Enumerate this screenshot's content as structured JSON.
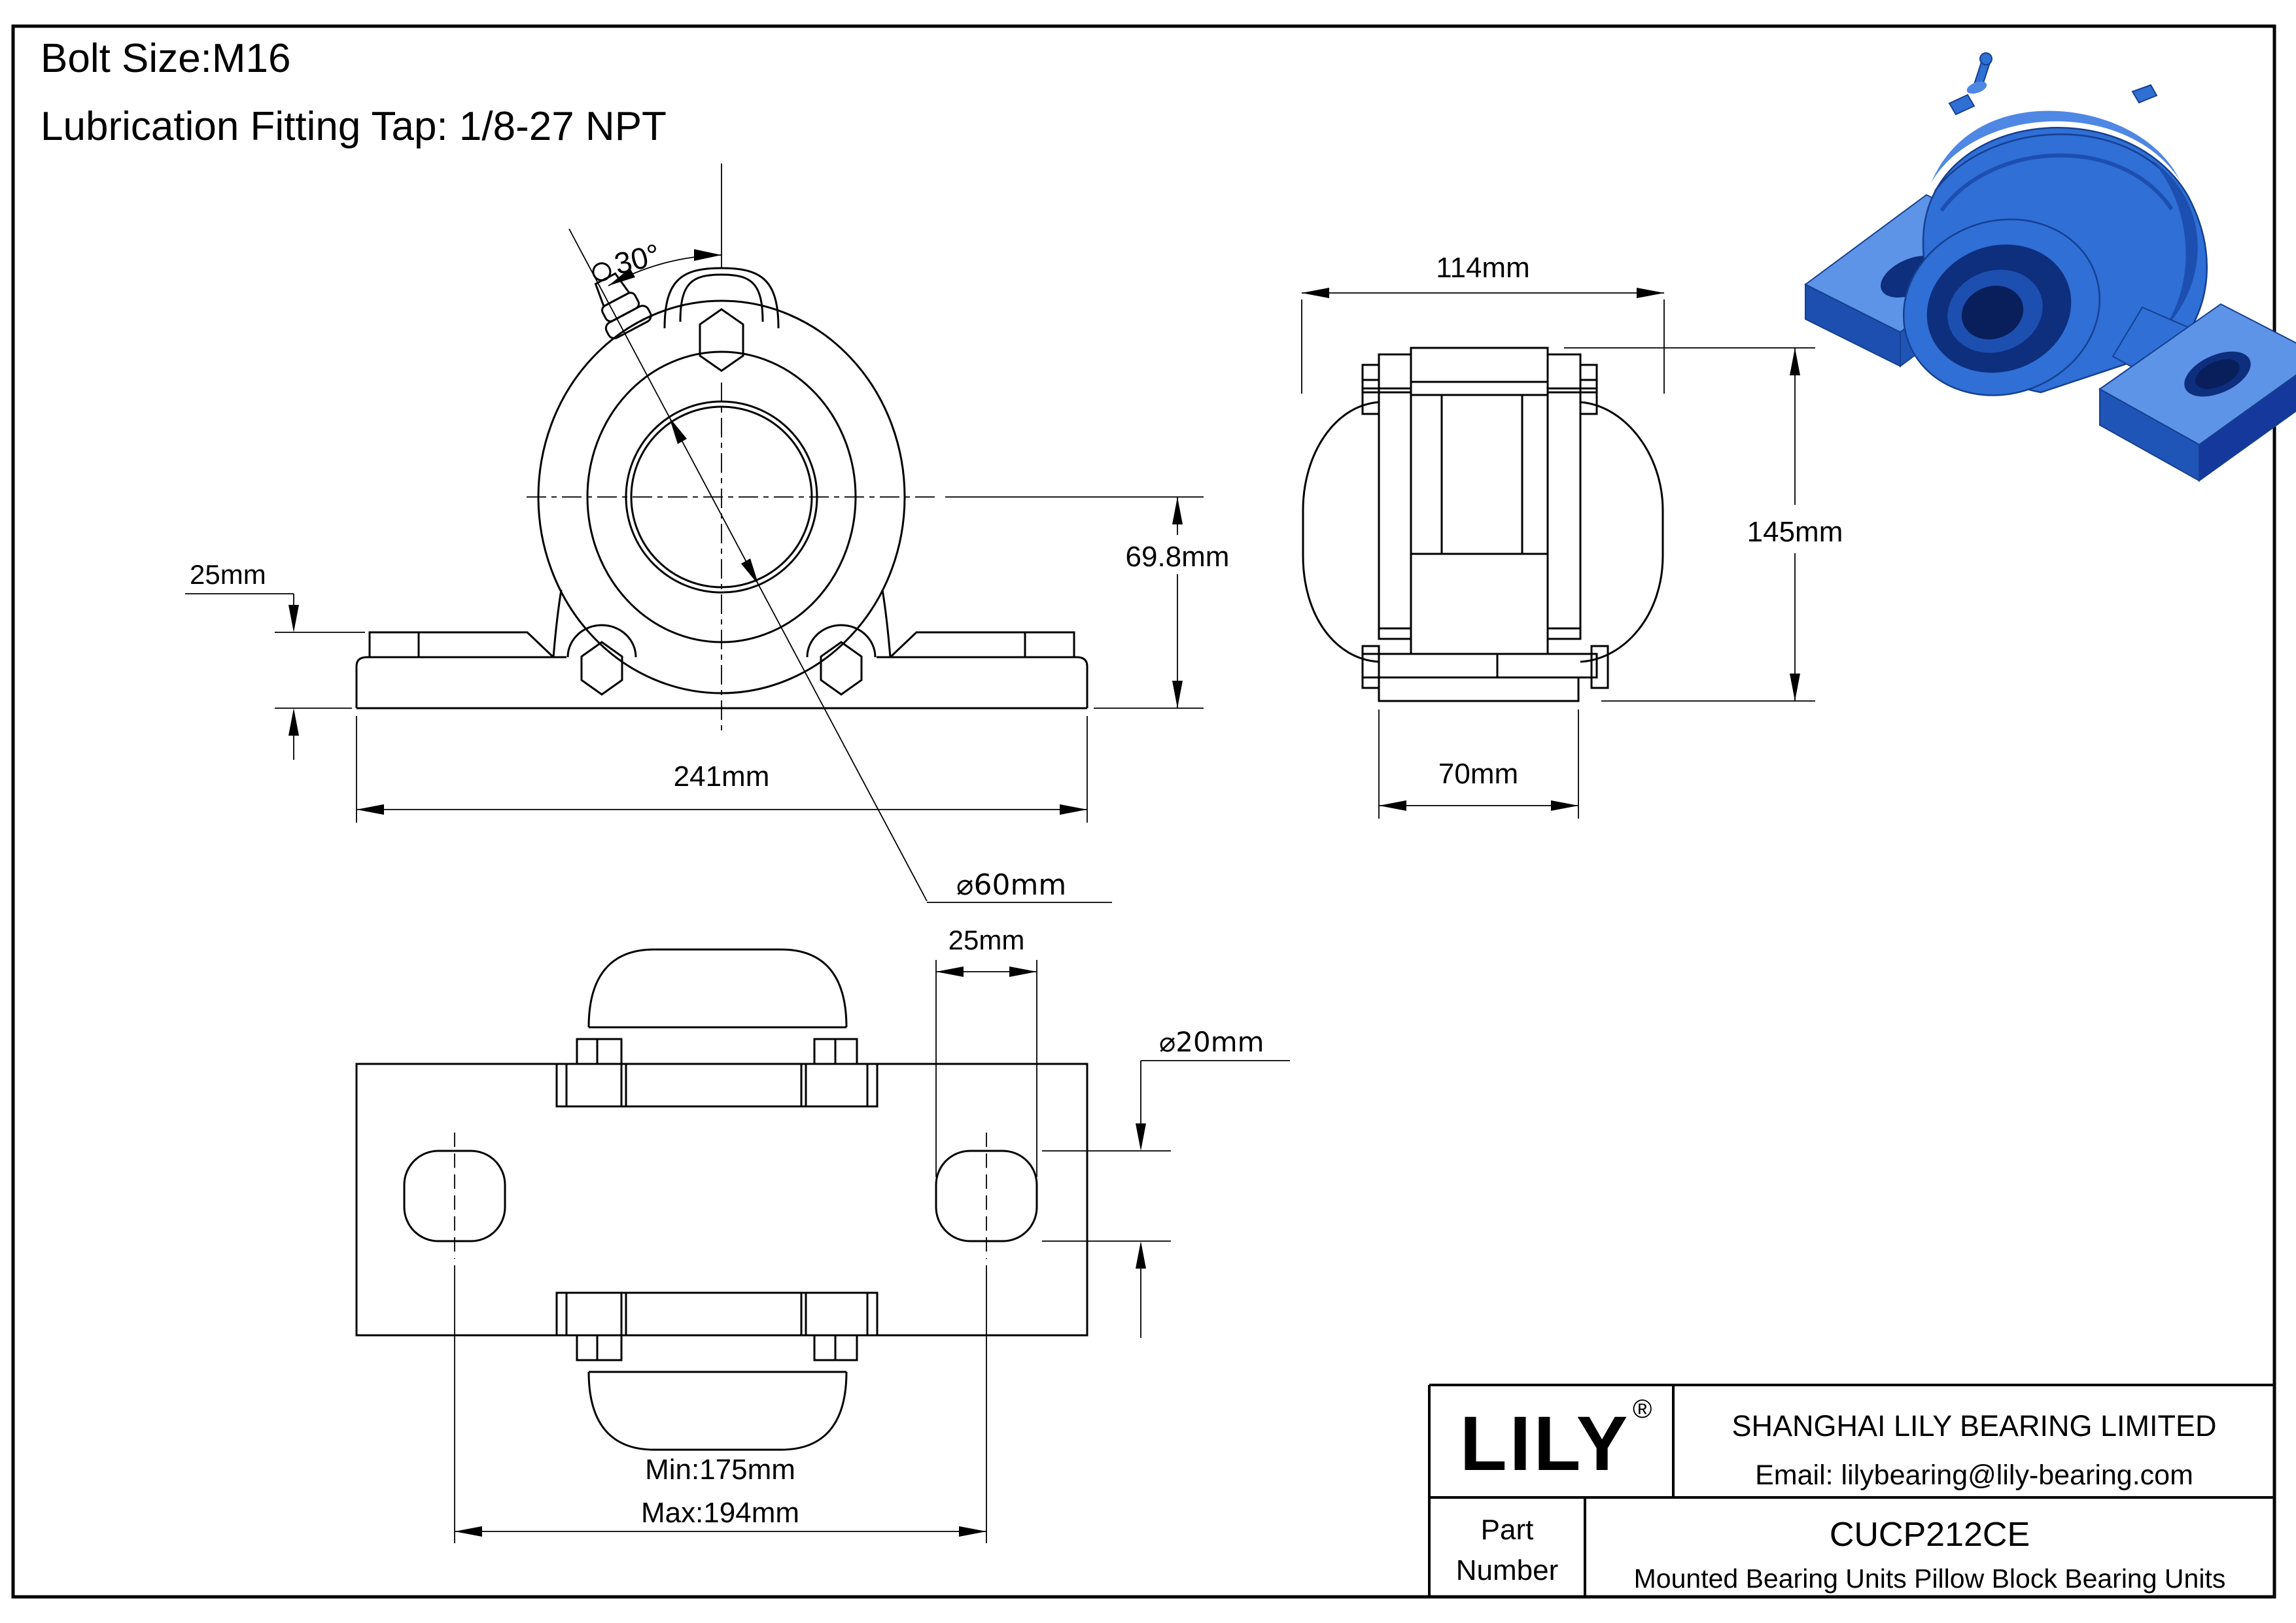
{
  "header": {
    "line1": "Bolt Size:M16",
    "line2": "Lubrication Fitting Tap: 1/8-27 NPT"
  },
  "views": {
    "front": {
      "angle_label": "30°",
      "base_step_label": "25mm",
      "center_height_label": "69.8mm",
      "base_width_label": "241mm",
      "bore_label": "⌀60mm"
    },
    "side": {
      "width_label": "114mm",
      "height_label": "145mm",
      "foot_label": "70mm"
    },
    "bottom": {
      "slot_width_label": "25mm",
      "slot_hole_label": "⌀20mm",
      "min_label": "Min:175mm",
      "max_label": "Max:194mm"
    }
  },
  "title_block": {
    "logo": "LILY",
    "registered_mark": "®",
    "company": "SHANGHAI LILY BEARING LIMITED",
    "email": "Email: lilybearing@lily-bearing.com",
    "part_label_line1": "Part",
    "part_label_line2": "Number",
    "part_number": "CUCP212CE",
    "description": "Mounted Bearing Units Pillow Block Bearing Units"
  },
  "colors": {
    "line": "#000000",
    "background": "#ffffff",
    "render_body": "#2f6fd6",
    "render_light": "#4f87e4",
    "render_lighter": "#5d94e8",
    "render_dark": "#1d4fb0",
    "render_deep": "#0e2f7e",
    "render_outline": "#16408f"
  }
}
